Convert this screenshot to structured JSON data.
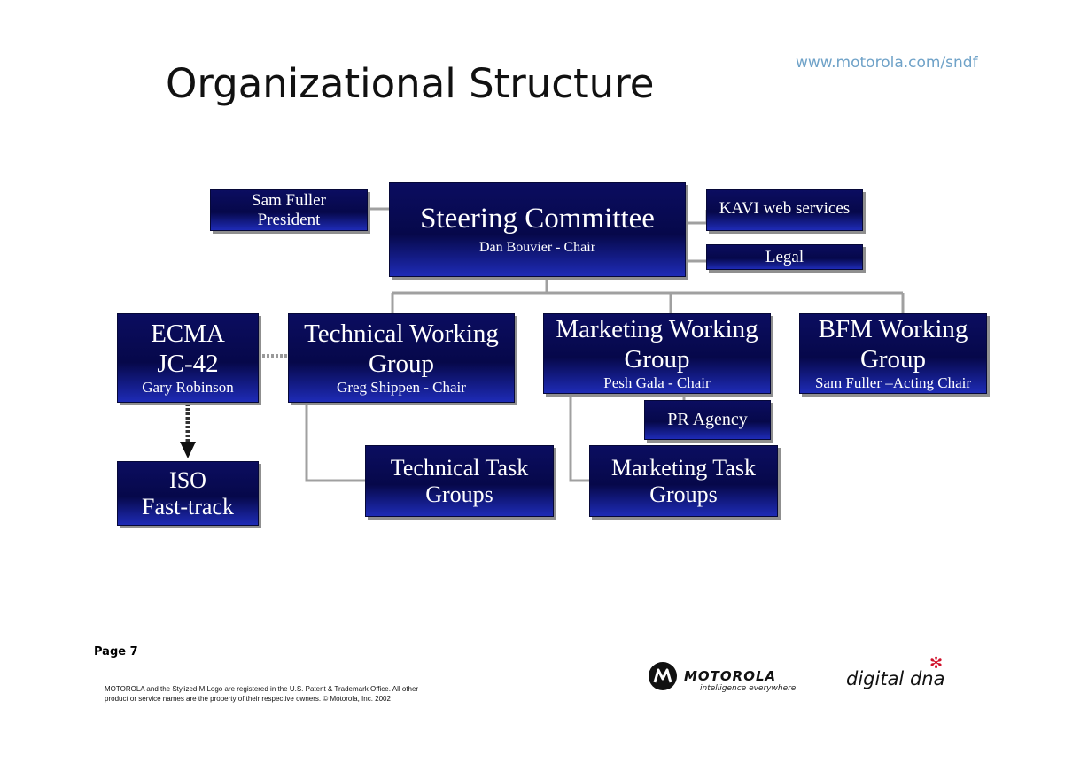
{
  "header": {
    "title": "Organizational Structure",
    "url": "www.motorola.com/sndf"
  },
  "org": {
    "president": {
      "name": "Sam Fuller",
      "role": "President"
    },
    "steering": {
      "name": "Steering Committee",
      "role": "Dan Bouvier - Chair"
    },
    "kavi": {
      "name": "KAVI web services"
    },
    "legal": {
      "name": "Legal"
    },
    "ecma": {
      "line1": "ECMA",
      "line2": "JC-42",
      "role": "Gary Robinson"
    },
    "technical_wg": {
      "line1": "Technical Working",
      "line2": "Group",
      "role": "Greg Shippen - Chair"
    },
    "marketing_wg": {
      "line1": "Marketing Working",
      "line2": "Group",
      "role": "Pesh Gala - Chair"
    },
    "bfm_wg": {
      "line1": "BFM Working",
      "line2": "Group",
      "role": "Sam Fuller –Acting Chair"
    },
    "pr_agency": {
      "name": "PR Agency"
    },
    "iso": {
      "line1": "ISO",
      "line2": "Fast-track"
    },
    "technical_tg": {
      "line1": "Technical Task",
      "line2": "Groups"
    },
    "marketing_tg": {
      "line1": "Marketing Task",
      "line2": "Groups"
    }
  },
  "colors": {
    "box": "#06084a",
    "connector": "#a0a0a0",
    "url": "#6fa2c8"
  },
  "footer": {
    "page": "Page 7",
    "legal_line1": "MOTOROLA and the Stylized M Logo are registered in the U.S. Patent & Trademark Office. All other",
    "legal_line2": "product or service names are the property of their respective owners.  © Motorola, Inc. 2002",
    "brand": "MOTOROLA",
    "tagline": "intelligence everywhere",
    "dna": "digital dna"
  }
}
